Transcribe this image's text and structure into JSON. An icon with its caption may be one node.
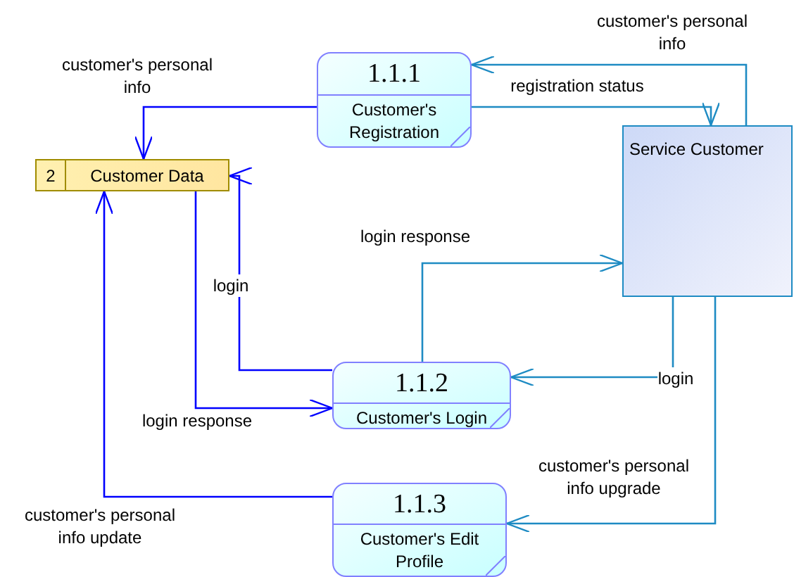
{
  "diagram": {
    "nodes": [
      {
        "text": [
          "1.1.1",
          "Customer's Registration"
        ]
      },
      {
        "text": [
          "2",
          "Customer Data"
        ]
      },
      {
        "text": [
          "Service Customer"
        ]
      },
      {
        "text": [
          "1.1.2",
          "Customer's Login"
        ]
      },
      {
        "text": [
          "1.1.3",
          "Customer's Edit Profile"
        ]
      }
    ],
    "edges": [
      {
        "from": 0,
        "to": 1,
        "arrow": "to",
        "label": "customer's personal info",
        "color": "#0000ff"
      },
      {
        "from": 2,
        "to": 0,
        "arrow": "to",
        "label": "customer's personal info"
      },
      {
        "from": 0,
        "to": 2,
        "arrow": "to",
        "label": "registration status"
      },
      {
        "from": 3,
        "to": 1,
        "arrow": "to",
        "label": "login",
        "color": "#0000ff"
      },
      {
        "from": 1,
        "to": 3,
        "arrow": "to",
        "label": "login response",
        "color": "#0000ff"
      },
      {
        "from": 3,
        "to": 2,
        "arrow": "to",
        "label": "login response"
      },
      {
        "from": 2,
        "to": 3,
        "arrow": "to",
        "label": "login"
      },
      {
        "from": 2,
        "to": 4,
        "arrow": "to",
        "label": "customer's personal info upgrade"
      },
      {
        "from": 4,
        "to": 1,
        "arrow": "to",
        "label": "customer's personal info update",
        "color": "#0000ff"
      }
    ]
  }
}
